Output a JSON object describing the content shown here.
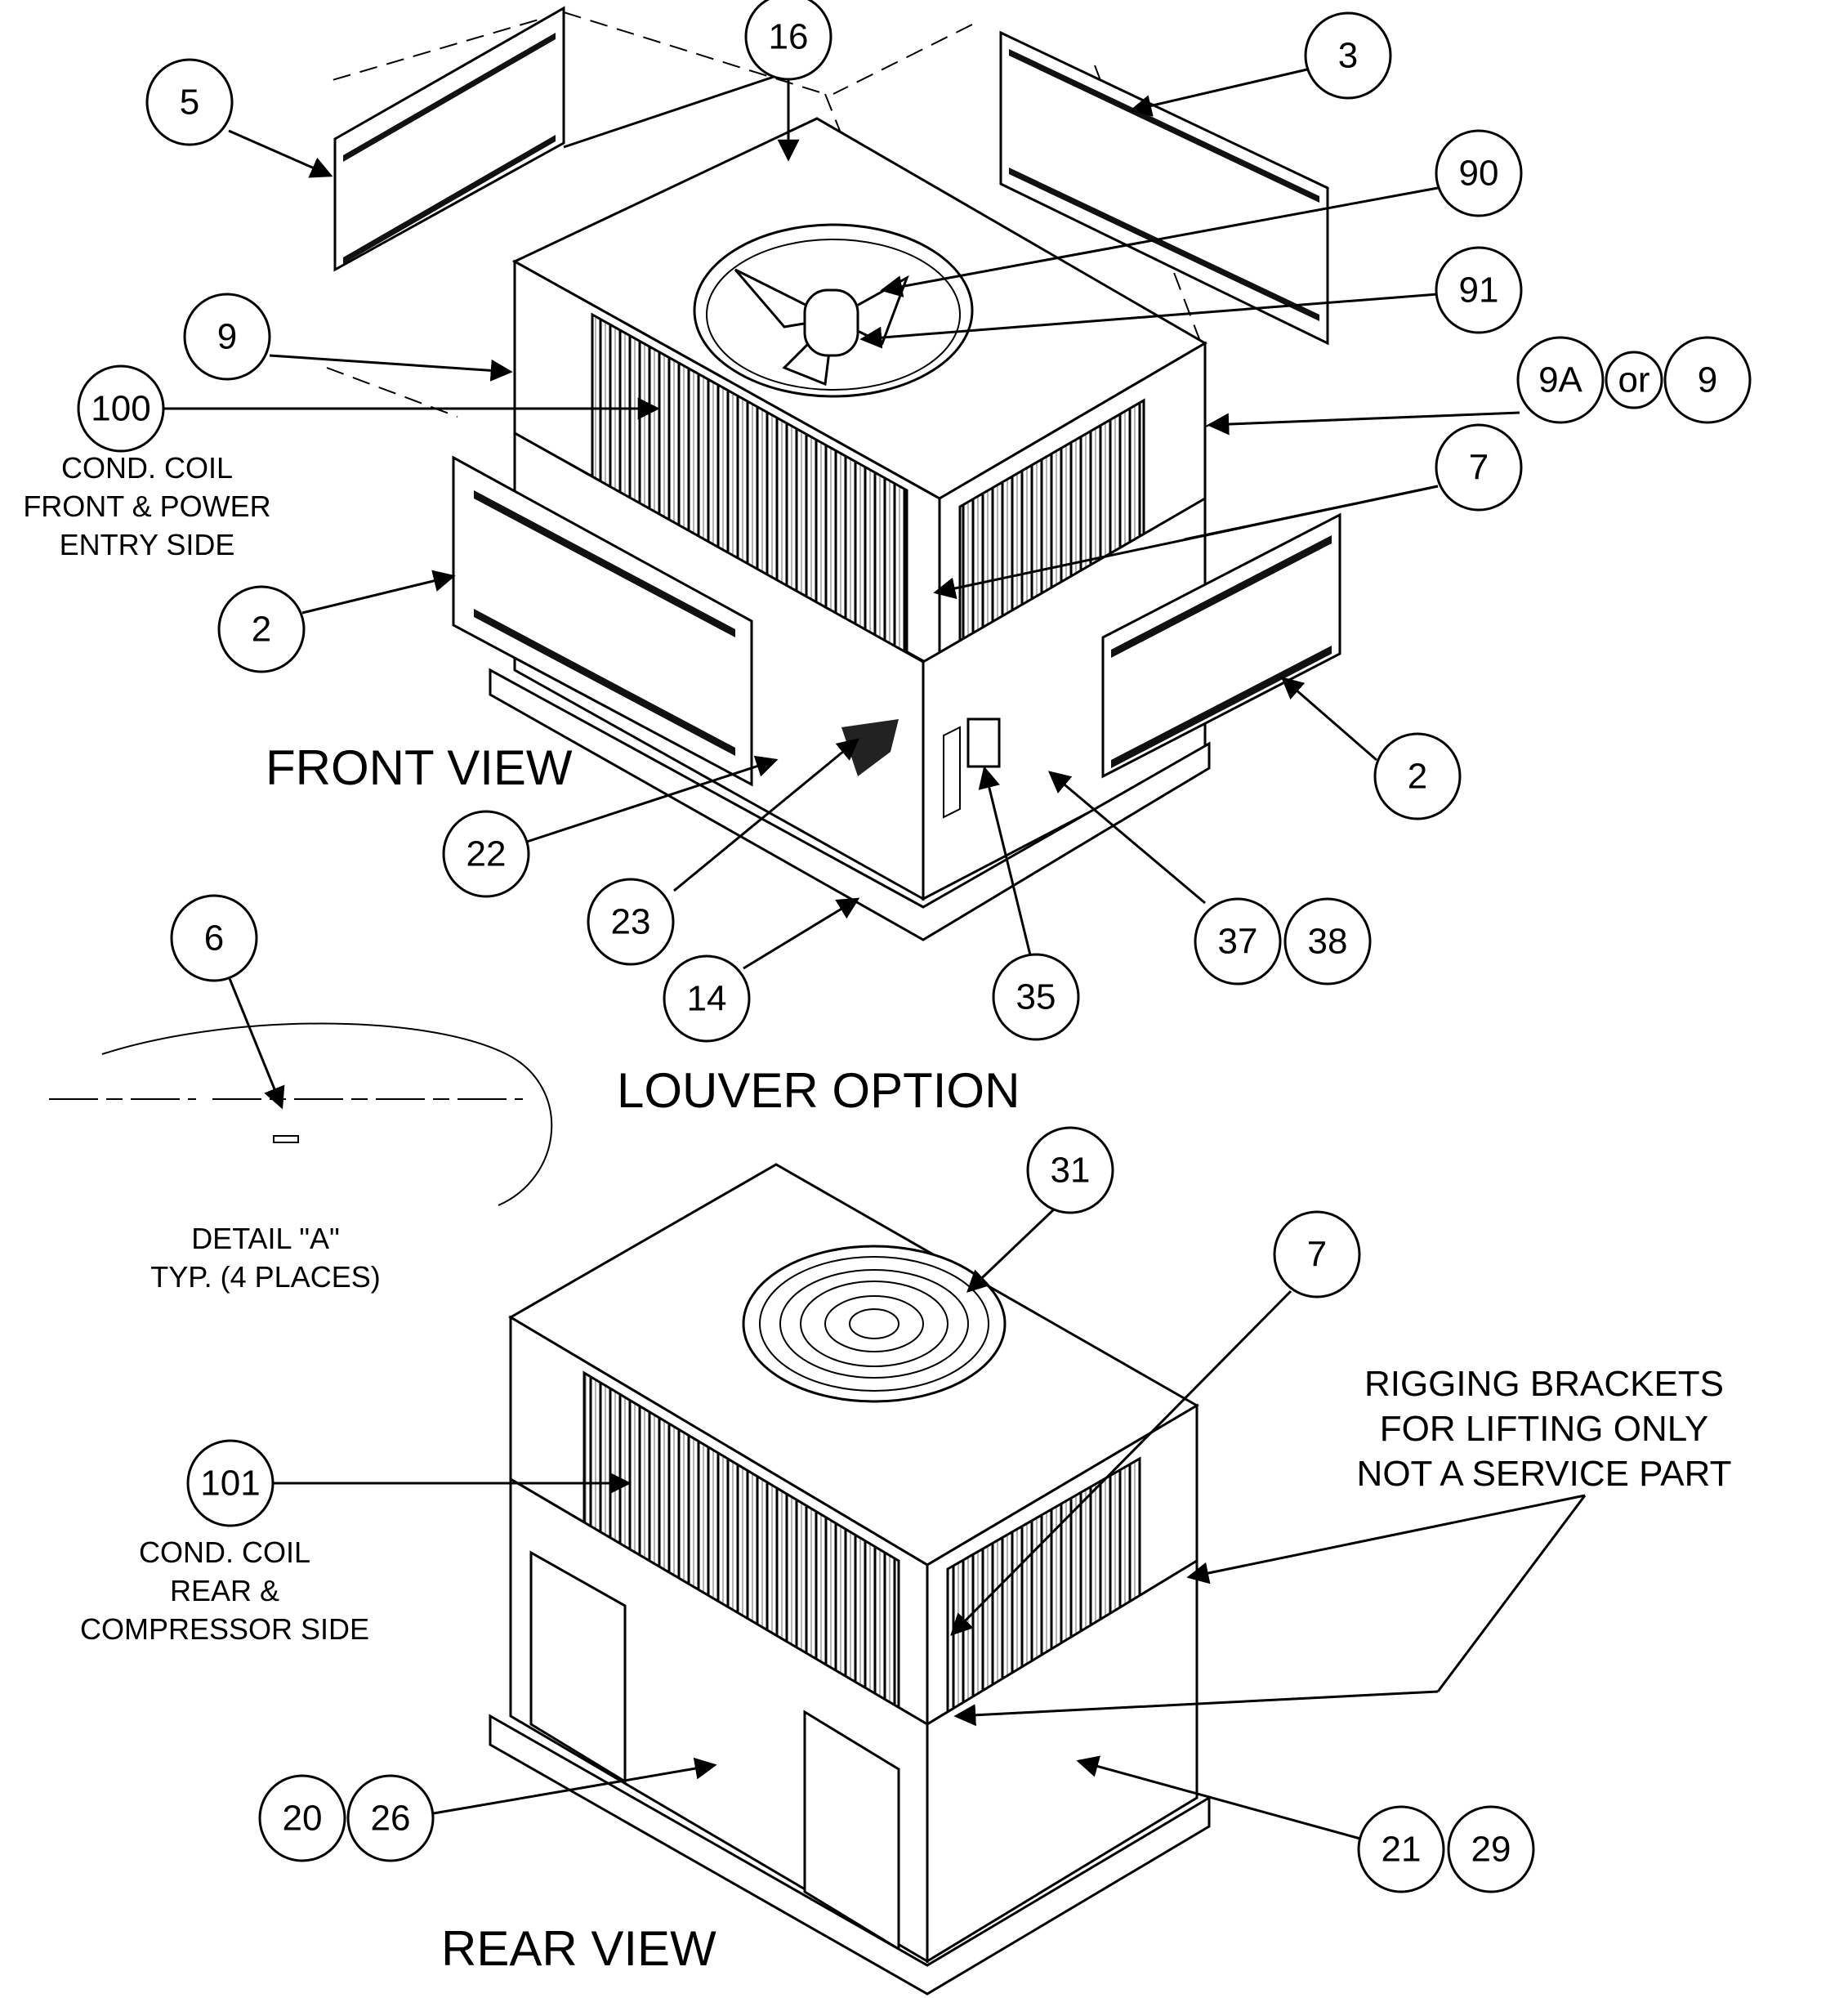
{
  "views": {
    "front": "FRONT VIEW",
    "louver": "LOUVER OPTION",
    "rear": "REAR VIEW"
  },
  "notes": {
    "cond_coil_front": [
      "COND. COIL",
      "FRONT & POWER",
      "ENTRY SIDE"
    ],
    "cond_coil_rear": [
      "COND. COIL",
      "REAR &",
      "COMPRESSOR SIDE"
    ],
    "detail_a": [
      "DETAIL \"A\"",
      "TYP. (4 PLACES)"
    ],
    "rigging": [
      "RIGGING BRACKETS",
      "FOR LIFTING ONLY",
      "NOT A SERVICE PART"
    ],
    "or_word": "or"
  },
  "callouts": {
    "c16": "16",
    "c5": "5",
    "c3": "3",
    "c90": "90",
    "c91": "91",
    "c9a": "9",
    "c9b": "9A",
    "c9c": "9",
    "c100": "100",
    "c7a": "7",
    "c2a": "2",
    "c2b": "2",
    "c22": "22",
    "c23": "23",
    "c37": "37",
    "c38": "38",
    "c6": "6",
    "c14": "14",
    "c35": "35",
    "c31": "31",
    "c7b": "7",
    "c101": "101",
    "c20": "20",
    "c26": "26",
    "c21": "21",
    "c29": "29"
  }
}
